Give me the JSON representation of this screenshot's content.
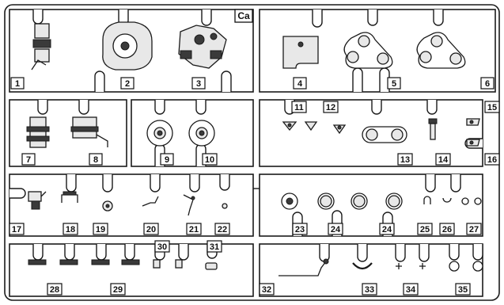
{
  "sprue": {
    "id": "Ca",
    "parts": [
      {
        "number": "1"
      },
      {
        "number": "2"
      },
      {
        "number": "3"
      },
      {
        "number": "4"
      },
      {
        "number": "5"
      },
      {
        "number": "6"
      },
      {
        "number": "7"
      },
      {
        "number": "8"
      },
      {
        "number": "9"
      },
      {
        "number": "10"
      },
      {
        "number": "11"
      },
      {
        "number": "12"
      },
      {
        "number": "13"
      },
      {
        "number": "14"
      },
      {
        "number": "15"
      },
      {
        "number": "16"
      },
      {
        "number": "17"
      },
      {
        "number": "18"
      },
      {
        "number": "19"
      },
      {
        "number": "20"
      },
      {
        "number": "21"
      },
      {
        "number": "22"
      },
      {
        "number": "23"
      },
      {
        "number": "24"
      },
      {
        "number": "24"
      },
      {
        "number": "25"
      },
      {
        "number": "26"
      },
      {
        "number": "27"
      },
      {
        "number": "28"
      },
      {
        "number": "29"
      },
      {
        "number": "30"
      },
      {
        "number": "31"
      },
      {
        "number": "32"
      },
      {
        "number": "33"
      },
      {
        "number": "34"
      },
      {
        "number": "35"
      }
    ]
  },
  "colors": {
    "line": "#1a1a1a",
    "background": "#ffffff"
  }
}
